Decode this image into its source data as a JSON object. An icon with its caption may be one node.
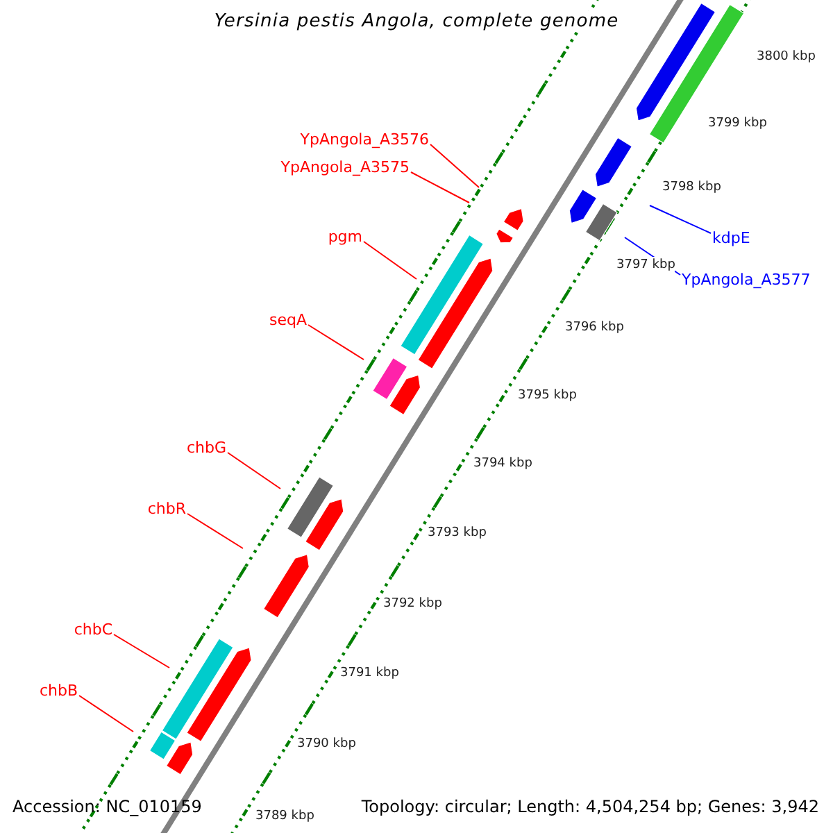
{
  "diagram": {
    "title": "Yersinia pestis Angola, complete genome",
    "nodes": [
      {
        "text": [
          "YpAngola_A3576"
        ]
      },
      {
        "text": [
          "YpAngola_A3575"
        ]
      },
      {
        "text": [
          "pgm"
        ]
      },
      {
        "text": [
          "seqA"
        ]
      },
      {
        "text": [
          "chbG"
        ]
      },
      {
        "text": [
          "chbR"
        ]
      },
      {
        "text": [
          "chbC"
        ]
      },
      {
        "text": [
          "chbB"
        ]
      },
      {
        "text": [
          "kdpE"
        ]
      },
      {
        "text": [
          "YpAngola_A3577"
        ]
      }
    ],
    "edges": [
      {
        "from": 0,
        "to": null,
        "arrow": "none"
      },
      {
        "from": 1,
        "to": null,
        "arrow": "none"
      },
      {
        "from": 2,
        "to": null,
        "arrow": "none"
      },
      {
        "from": 3,
        "to": null,
        "arrow": "none"
      },
      {
        "from": 4,
        "to": null,
        "arrow": "none"
      },
      {
        "from": 5,
        "to": null,
        "arrow": "none"
      },
      {
        "from": 6,
        "to": null,
        "arrow": "none"
      },
      {
        "from": 7,
        "to": null,
        "arrow": "none"
      },
      {
        "from": 8,
        "to": null,
        "arrow": "none",
        "color": "#0000ff"
      },
      {
        "from": 9,
        "to": null,
        "arrow": "none",
        "color": "#0000ff"
      }
    ],
    "labels": [
      "3800 kbp",
      "3799 kbp",
      "3798 kbp",
      "3797 kbp",
      "3796 kbp",
      "3795 kbp",
      "3794 kbp",
      "3793 kbp",
      "3792 kbp",
      "3791 kbp",
      "3790 kbp",
      "3789 kbp",
      "Accession: NC_010159",
      "Topology: circular; Length: 4,504,254 bp; Genes: 3,942"
    ]
  }
}
